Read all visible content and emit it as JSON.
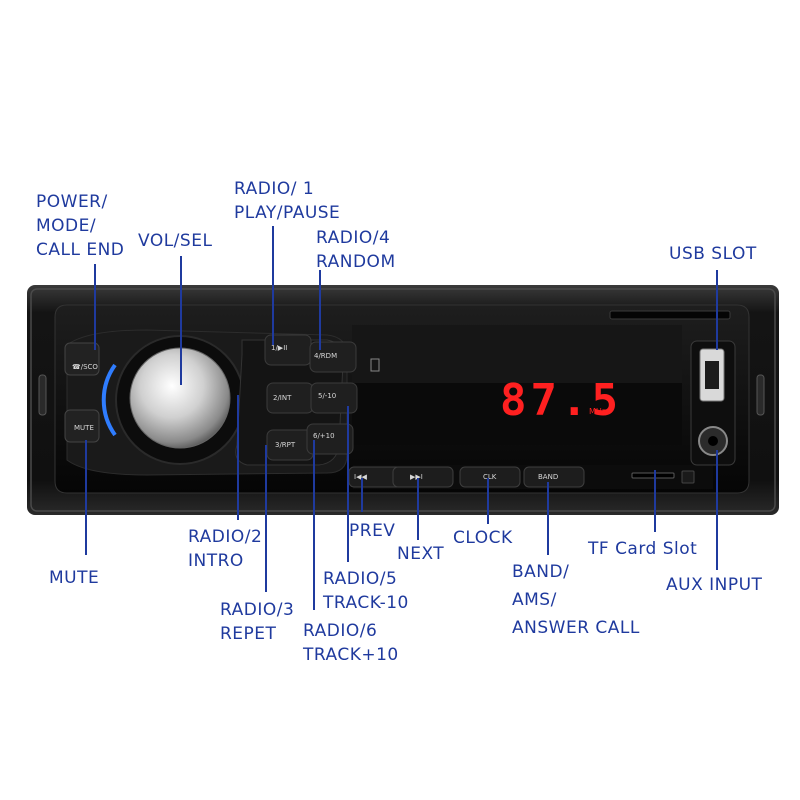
{
  "labels": {
    "power": [
      "POWER/",
      "MODE/",
      "CALL END"
    ],
    "vol_sel": "VOL/SEL",
    "radio1": [
      "RADIO/ 1",
      "PLAY/PAUSE"
    ],
    "radio4": [
      "RADIO/4",
      "RANDOM"
    ],
    "usb": "USB SLOT",
    "radio2": [
      "RADIO/2",
      "INTRO"
    ],
    "prev": "PREV",
    "next": "NEXT",
    "clock": "CLOCK",
    "band": [
      "BAND/",
      "AMS/",
      "ANSWER CALL"
    ],
    "tf": "TF Card Slot",
    "aux": "AUX INPUT",
    "mute": "MUTE",
    "radio5": [
      "RADIO/5",
      "TRACK-10"
    ],
    "radio3": [
      "RADIO/3",
      "REPET"
    ],
    "radio6": [
      "RADIO/6",
      "TRACK+10"
    ]
  },
  "device": {
    "display_value": "87.5",
    "display_unit": "MHz",
    "buttons": {
      "power": "☎/SCO",
      "mute": "MUTE",
      "b1": "1/▶II",
      "b4": "4/RDM",
      "b2": "2/INT",
      "b5": "5/-10",
      "b3": "3/RPT",
      "b6": "6/+10",
      "prev": "I◀◀",
      "next": "▶▶I",
      "clk": "CLK",
      "band": "BAND"
    }
  },
  "colors": {
    "callout_text": "#1f3a9e",
    "body": "#121212",
    "display_red": "#ff2020",
    "led_blue": "#2f7dff"
  }
}
